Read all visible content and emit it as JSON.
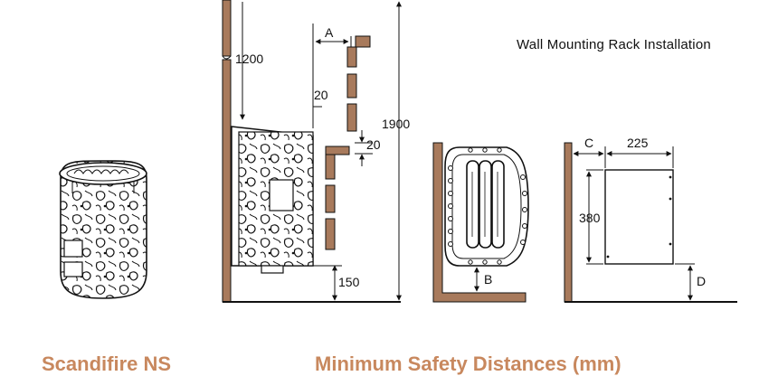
{
  "install_title": "Wall Mounting Rack Installation",
  "headings": {
    "product": "Scandifire NS",
    "distances": "Minimum Safety Distances (mm)"
  },
  "dimensions": {
    "height_1200": "1200",
    "height_1900": "1900",
    "dim_a": "A",
    "dim_20_side": "20",
    "dim_20_top": "20",
    "dim_150": "150",
    "dim_b": "B",
    "dim_c": "C",
    "dim_225": "225",
    "dim_380": "380",
    "dim_d": "D"
  },
  "colors": {
    "wood": "#a87a5c",
    "ink": "#111111",
    "heading": "#c8885e"
  }
}
